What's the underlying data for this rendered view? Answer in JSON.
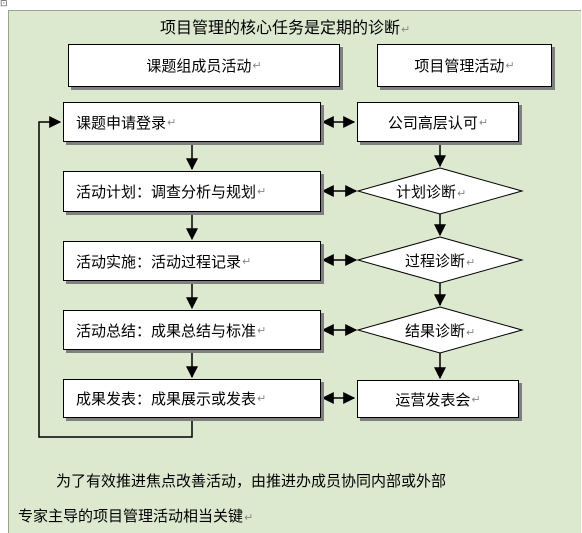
{
  "title": "项目管理的核心任务是定期的诊断",
  "header": {
    "left": "课题组成员活动",
    "right": "项目管理活动"
  },
  "left_steps": [
    "课题申请登录",
    "活动计划：调查分析与规划",
    "活动实施：活动过程记录",
    "活动总结：成果总结与标准",
    "成果发表：成果展示或发表"
  ],
  "right_steps": [
    "公司高层认可",
    "计划诊断",
    "过程诊断",
    "结果诊断",
    "运营发表会"
  ],
  "footer": {
    "line1": "为了有效推进焦点改善活动，由推进办成员协同内部或外部",
    "line2": "专家主导的项目管理活动相当关键"
  },
  "marks": {
    "paragraph": "↵",
    "corner": "⊡"
  },
  "colors": {
    "panel_background": "#dde9cf",
    "box_fill": "#ffffff",
    "shadow": "#7f7f7f",
    "stroke": "#000000"
  }
}
